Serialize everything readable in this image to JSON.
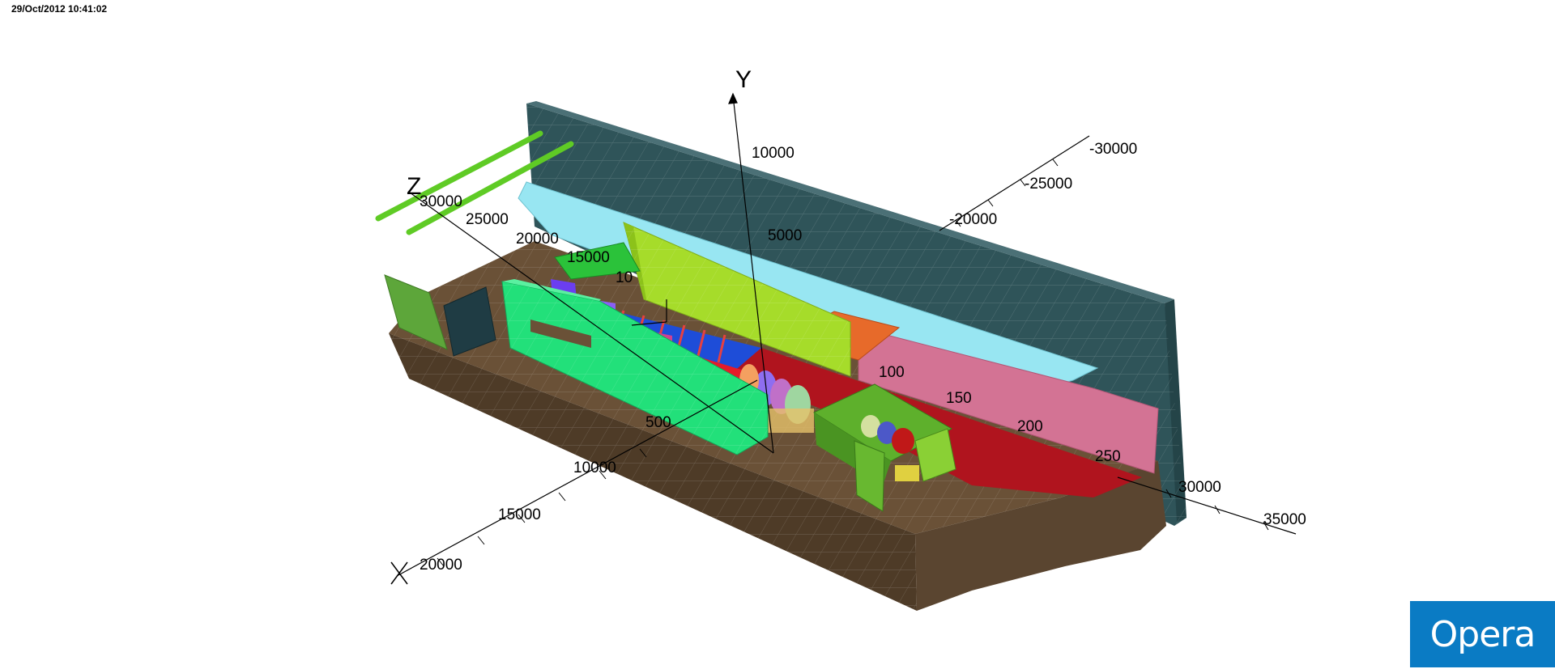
{
  "timestamp": "29/Oct/2012 10:41:02",
  "brand": {
    "label": "Opera",
    "color": "#0a7bc4"
  },
  "axes": {
    "y_name": "Y",
    "z_name": "Z",
    "y_ticks": [
      "10000",
      "5000"
    ],
    "z_ticks": [
      "30000",
      "25000",
      "20000",
      "15000",
      "10"
    ],
    "x_ticks": [
      "500",
      "10000",
      "15000",
      "20000"
    ],
    "back_ticks": [
      "-30000",
      "-25000",
      "-20000"
    ],
    "floor_ticks": [
      "100",
      "150",
      "200",
      "250"
    ],
    "right_ticks": [
      "30000",
      "35000"
    ]
  },
  "colors": {
    "wall": "#2f5459",
    "floor": "#5a4530",
    "cyan": "#98e6f2",
    "pink": "#d37394",
    "lime": "#a6dc2a",
    "green": "#22e07a",
    "red": "#b0141e",
    "orange": "#e76a2a"
  }
}
